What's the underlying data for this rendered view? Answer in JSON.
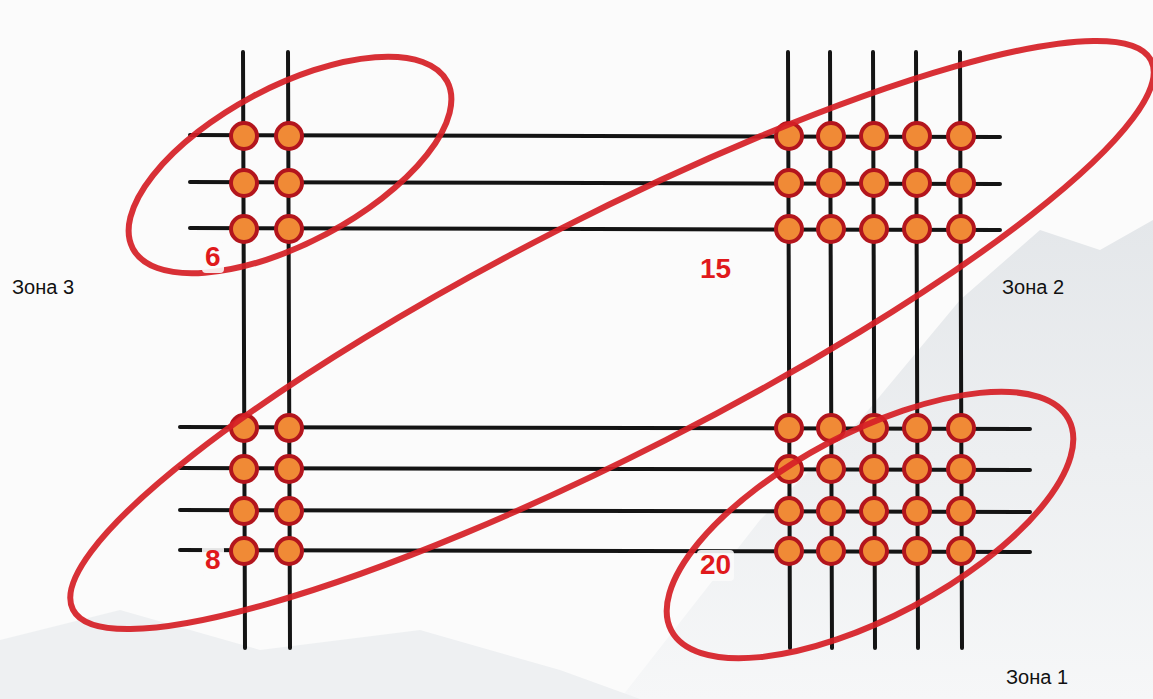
{
  "diagram": {
    "labels": [
      "6",
      "15",
      "8",
      "20",
      "Зона 3",
      "Зона 2",
      "Зона 1"
    ]
  }
}
